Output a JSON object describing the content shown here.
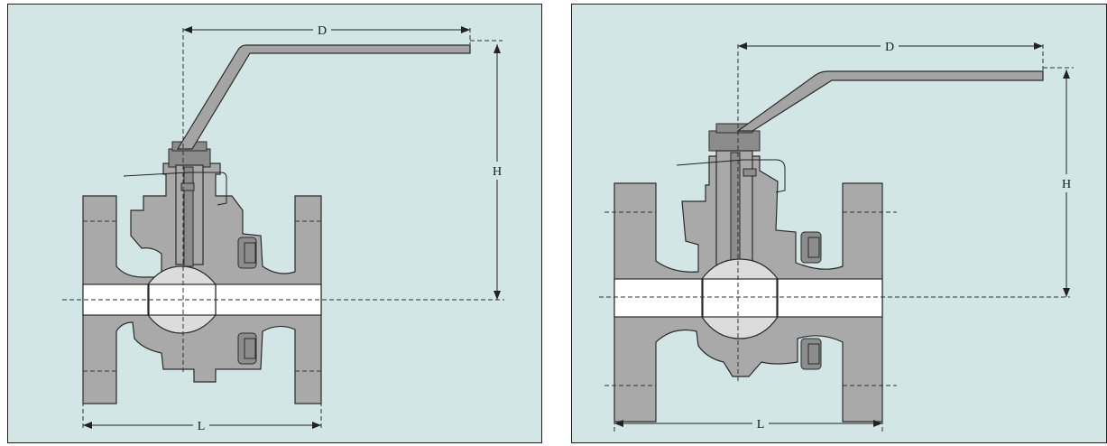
{
  "panels": [
    {
      "id": "left",
      "labels": {
        "d": "D",
        "h": "H",
        "l": "L"
      }
    },
    {
      "id": "right",
      "labels": {
        "d": "D",
        "h": "H",
        "l": "L"
      }
    }
  ],
  "colors": {
    "background": "#d3e6e6",
    "body": "#a9a9a9",
    "bore": "#ffffff",
    "border": "#1f1f1f"
  }
}
